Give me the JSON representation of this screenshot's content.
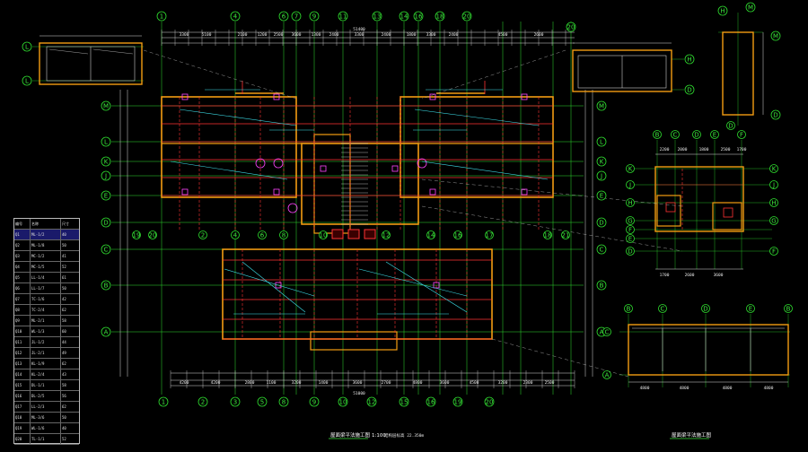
{
  "grid_bubbles": {
    "top_main": [
      "1",
      "4",
      "6",
      "7",
      "9",
      "11",
      "13",
      "14",
      "16",
      "18",
      "20"
    ],
    "bottom_main": [
      "1",
      "2",
      "3",
      "5",
      "8",
      "9",
      "10",
      "12",
      "15",
      "16",
      "19",
      "20"
    ],
    "left_main": [
      "M",
      "L",
      "K",
      "J",
      "E",
      "D",
      "C",
      "B",
      "A"
    ],
    "right_main": [
      "M",
      "L",
      "K",
      "J",
      "E",
      "D",
      "C",
      "B",
      "A"
    ],
    "mid_bubbles": [
      "2",
      "4",
      "6",
      "8",
      "10",
      "12",
      "14",
      "16",
      "17",
      "18",
      "19",
      "20",
      "21"
    ],
    "topleft_detail": [
      "L",
      "L"
    ],
    "topright_detail": [
      "H",
      "D"
    ],
    "far_right_detail": [
      "H",
      "M",
      "D"
    ],
    "right_plan_top": [
      "B",
      "C",
      "D",
      "E",
      "F"
    ],
    "right_plan_side": [
      "K",
      "J",
      "H",
      "G",
      "F",
      "E",
      "D"
    ],
    "right_plan_right": [
      "K",
      "J",
      "H",
      "G",
      "F"
    ],
    "bottomright_detail": [
      "B",
      "C",
      "D",
      "E"
    ],
    "bottomright_side": [
      "C",
      "A"
    ]
  },
  "dimensions": {
    "top": [
      "3300",
      "5100",
      "2100",
      "1200",
      "2500",
      "3600",
      "1300",
      "2400",
      "3300",
      "2400",
      "1800",
      "3300",
      "2400",
      "4500",
      "2600"
    ],
    "bottom": [
      "4200",
      "4200",
      "2800",
      "1100",
      "3200",
      "1400",
      "3600",
      "2700",
      "4800",
      "3600",
      "4500",
      "3200",
      "2300",
      "2500"
    ],
    "bottom_total": "51000",
    "top_total": "51400",
    "right_plan": [
      "2200",
      "2000",
      "1800",
      "2500",
      "1700",
      "2600",
      "3600"
    ],
    "bottomright": [
      "4800",
      "4800",
      "4800",
      "4800"
    ]
  },
  "legend": {
    "header": [
      "编号",
      "名称",
      "尺寸"
    ],
    "rows": [
      [
        "Q1",
        "ML-1/2",
        "40"
      ],
      [
        "Q2",
        "ML-1/8",
        "50"
      ],
      [
        "Q3",
        "MC-1/2",
        "41"
      ],
      [
        "Q4",
        "MC-1/5",
        "52"
      ],
      [
        "Q5",
        "LL-1/4",
        "61"
      ],
      [
        "Q6",
        "LL-1/7",
        "50"
      ],
      [
        "Q7",
        "TC-1/6",
        "42"
      ],
      [
        "Q8",
        "TC-2/4",
        "62"
      ],
      [
        "Q9",
        "ML-2/1",
        "58"
      ],
      [
        "Q10",
        "WL-1/3",
        "60"
      ],
      [
        "Q11",
        "JL-1/2",
        "44"
      ],
      [
        "Q12",
        "JL-2/1",
        "49"
      ],
      [
        "Q13",
        "KL-1/9",
        "62"
      ],
      [
        "Q14",
        "KL-2/4",
        "43"
      ],
      [
        "Q15",
        "DL-1/1",
        "58"
      ],
      [
        "Q16",
        "DL-2/5",
        "56"
      ],
      [
        "Q17",
        "LL-2/3",
        "62"
      ],
      [
        "Q18",
        "ML-3/6",
        "50"
      ],
      [
        "Q19",
        "WL-1/6",
        "40"
      ],
      [
        "Q20",
        "TL-1/1",
        "52"
      ]
    ]
  },
  "captions": {
    "main_plan_title": "屋面梁平法施工图",
    "main_plan_scale": "1:100",
    "main_plan_note": "结构层标高 22.350m",
    "bottomright_title": "屋面梁平法施工图"
  },
  "colors": {
    "axis": "#2fe02f",
    "dimension": "#dcdcdc",
    "wall": "#f39c12",
    "beam": "#ff3333",
    "annotation": "#3ee3ee",
    "hatch": "#ff44ff",
    "background": "#000000"
  }
}
